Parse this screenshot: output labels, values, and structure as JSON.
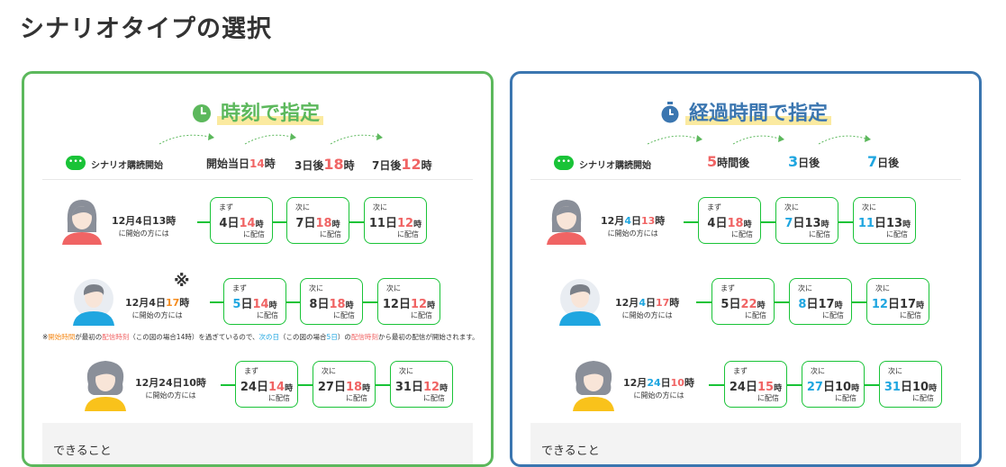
{
  "page_title": "シナリオタイプの選択",
  "colors": {
    "green": "#5cb85c",
    "blue": "#3b76b0",
    "line_green": "#19c337",
    "red": "#f06464",
    "cyan": "#1fa6e0"
  },
  "time_card": {
    "title": "時刻で指定",
    "icon": "clock-icon",
    "start_label": "シナリオ購読開始",
    "timeline": [
      {
        "prefix": "開始当日",
        "num": "14",
        "unit": "時"
      },
      {
        "prefix": "3日後",
        "num": "18",
        "unit": "時"
      },
      {
        "prefix": "7日後",
        "num": "12",
        "unit": "時"
      }
    ],
    "rows": [
      {
        "date_a": "12月4日",
        "date_b": "13時",
        "sub": "に開始の方には",
        "bubbles": [
          {
            "top": "まず",
            "day": "4日",
            "num": "14",
            "unit": "時",
            "bottom": "に配信"
          },
          {
            "top": "次に",
            "day": "7日",
            "num": "18",
            "unit": "時",
            "bottom": "に配信"
          },
          {
            "top": "次に",
            "day": "11日",
            "num": "12",
            "unit": "時",
            "bottom": "に配信"
          }
        ]
      },
      {
        "date_a": "12月4日",
        "date_hl": "17",
        "date_b": "時",
        "sub": "に開始の方には",
        "mark": "※",
        "bubbles": [
          {
            "top": "まず",
            "day_hl": "5",
            "day": "日",
            "num": "14",
            "unit": "時",
            "bottom": "に配信"
          },
          {
            "top": "次に",
            "day": "8日",
            "num": "18",
            "unit": "時",
            "bottom": "に配信"
          },
          {
            "top": "次に",
            "day": "12日",
            "num": "12",
            "unit": "時",
            "bottom": "に配信"
          }
        ]
      },
      {
        "date_a": "12月24日",
        "date_b": "10時",
        "sub": "に開始の方には",
        "bubbles": [
          {
            "top": "まず",
            "day": "24日",
            "num": "14",
            "unit": "時",
            "bottom": "に配信"
          },
          {
            "top": "次に",
            "day": "27日",
            "num": "18",
            "unit": "時",
            "bottom": "に配信"
          },
          {
            "top": "次に",
            "day": "31日",
            "num": "12",
            "unit": "時",
            "bottom": "に配信"
          }
        ]
      }
    ],
    "note": {
      "p1": "※",
      "p2": "開始時間",
      "p3": "が最初の",
      "p4": "配信時刻",
      "p5": "（この図の場合14時）を過ぎているので、",
      "p6": "次の日",
      "p7": "（この図の場合",
      "p8": "5日",
      "p9": "）の",
      "p10": "配信時刻",
      "p11": "から最初の配信が開始されます。"
    },
    "can_label": "できること"
  },
  "elapsed_card": {
    "title": "経過時間で指定",
    "icon": "stopwatch-icon",
    "start_label": "シナリオ購読開始",
    "timeline": [
      {
        "num": "5",
        "unit": "時間後"
      },
      {
        "num": "3",
        "unit": "日後"
      },
      {
        "num": "7",
        "unit": "日後"
      }
    ],
    "rows": [
      {
        "date_pre": "12月",
        "date_day": "4",
        "date_mid": "日",
        "date_hr": "13",
        "date_unit": "時",
        "sub": "に開始の方には",
        "bubbles": [
          {
            "top": "まず",
            "day": "4日",
            "num": "18",
            "unit": "時",
            "bottom": "に配信"
          },
          {
            "top": "次に",
            "day_hl": "7",
            "day": "日13",
            "unit": "時",
            "bottom": "に配信"
          },
          {
            "top": "次に",
            "day_hl": "11",
            "day": "日13",
            "unit": "時",
            "bottom": "に配信"
          }
        ]
      },
      {
        "date_pre": "12月",
        "date_day": "4",
        "date_mid": "日",
        "date_hr": "17",
        "date_unit": "時",
        "sub": "に開始の方には",
        "bubbles": [
          {
            "top": "まず",
            "day": "5日",
            "num": "22",
            "unit": "時",
            "bottom": "に配信"
          },
          {
            "top": "次に",
            "day_hl": "8",
            "day": "日17",
            "unit": "時",
            "bottom": "に配信"
          },
          {
            "top": "次に",
            "day_hl": "12",
            "day": "日17",
            "unit": "時",
            "bottom": "に配信"
          }
        ]
      },
      {
        "date_pre": "12月",
        "date_day": "24",
        "date_mid": "日",
        "date_hr": "10",
        "date_unit": "時",
        "sub": "に開始の方には",
        "bubbles": [
          {
            "top": "まず",
            "day": "24日",
            "num": "15",
            "unit": "時",
            "bottom": "に配信"
          },
          {
            "top": "次に",
            "day_hl": "27",
            "day": "日10",
            "unit": "時",
            "bottom": "に配信"
          },
          {
            "top": "次に",
            "day_hl": "31",
            "day": "日10",
            "unit": "時",
            "bottom": "に配信"
          }
        ]
      }
    ],
    "can_label": "できること"
  }
}
